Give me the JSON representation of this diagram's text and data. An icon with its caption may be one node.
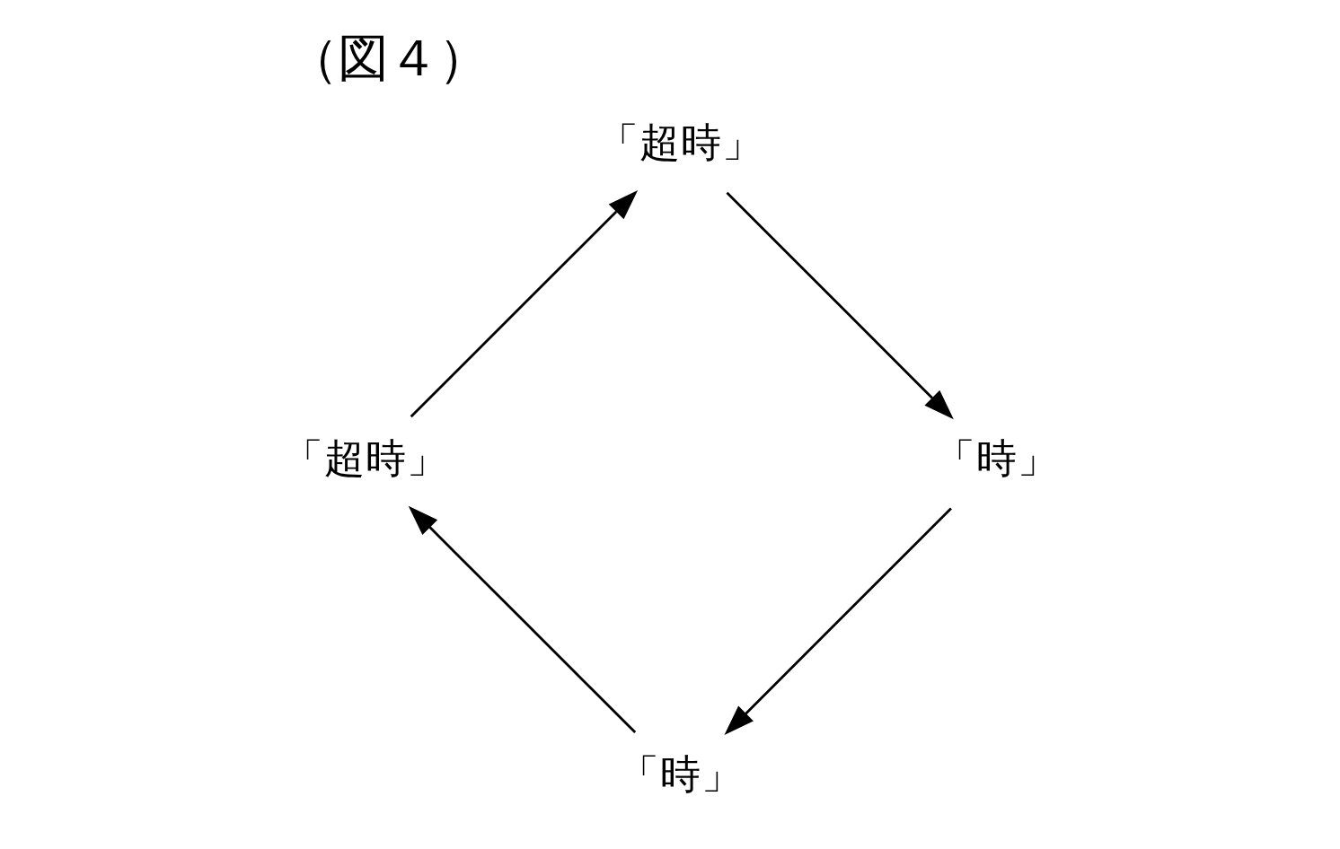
{
  "diagram": {
    "title": "（図４）",
    "nodes": [
      {
        "text": [
          "「時」"
        ]
      },
      {
        "text": [
          "「超時」"
        ]
      },
      {
        "text": [
          "「超時」"
        ]
      },
      {
        "text": [
          "「時」"
        ]
      }
    ],
    "edges": [
      {
        "from": 0,
        "to": 1,
        "arrow": "to"
      },
      {
        "from": 1,
        "to": 2,
        "arrow": "to"
      },
      {
        "from": 2,
        "to": 3,
        "arrow": "to"
      },
      {
        "from": 3,
        "to": 0,
        "arrow": "to"
      }
    ]
  }
}
